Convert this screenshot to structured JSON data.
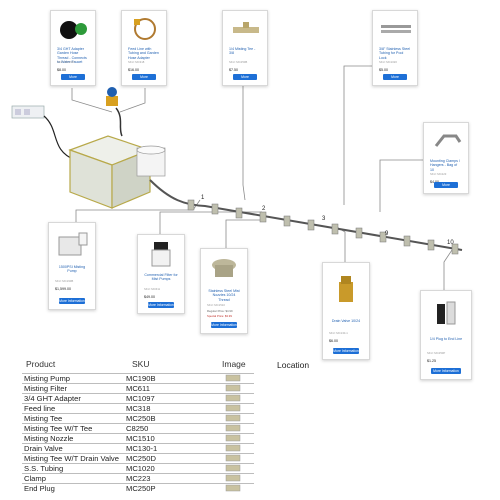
{
  "cards": [
    {
      "id": "ght",
      "title": "3/4 GHT Adapter Garden Hose Thread - Connects to Water Faucet",
      "sku": "SKU: MC1097",
      "price": "$8.00",
      "button": "More Information"
    },
    {
      "id": "feed",
      "title": "Feed Line with Tubing and Garden Hose Adapter",
      "sku": "SKU: MC318",
      "price": "$16.00",
      "button": "More Information"
    },
    {
      "id": "tee",
      "title": "1/4 Misting Tee - 3/8",
      "sku": "SKU: MC250B",
      "price": "$7.50",
      "button": "More Information"
    },
    {
      "id": "tubing",
      "title": "3/8\" Stainless Steel Tubing for Pool Lock",
      "sku": "SKU: MC1020",
      "price": "$5.00",
      "button": "More Information"
    },
    {
      "id": "clamp",
      "title": "Mounting Clamps / Hangers - Bag of 10",
      "sku": "SKU: MC223",
      "price": "$4.00",
      "button": "More Information"
    },
    {
      "id": "pump",
      "title": "1500PSI Misting Pump",
      "sku": "SKU: MC190B",
      "price": "$1,599.00",
      "button": "More Information"
    },
    {
      "id": "filter",
      "title": "Commercial Filter for Mist Pumps",
      "sku": "SKU: MC611",
      "price": "$49.00",
      "button": "More Information"
    },
    {
      "id": "nozzle",
      "title": "Stainless Steel Mist Nozzles 10/24 Thread",
      "sku": "SKU: MC1510",
      "regular": "Regular Price: $4.99",
      "special": "Special Price: $3.99",
      "button": "More Information"
    },
    {
      "id": "drain",
      "title": "Drain Valve 10/24",
      "sku": "SKU: MC130-1",
      "price": "$6.00",
      "button": "More Information"
    },
    {
      "id": "plug",
      "title": "1/4 Plug to End Line",
      "sku": "SKU: MC250P",
      "price": "$1.25",
      "button": "More Information"
    }
  ],
  "line_numbers": [
    "1",
    "2",
    "3",
    "9",
    "10"
  ],
  "table": {
    "headers": {
      "product": "Product",
      "sku": "SKU",
      "image": "Image"
    },
    "rows": [
      {
        "product": "Misting Pump",
        "sku": "MC190B"
      },
      {
        "product": "Misting Filter",
        "sku": "MC611"
      },
      {
        "product": "3/4 GHT Adapter",
        "sku": "MC1097"
      },
      {
        "product": "Feed line",
        "sku": "MC318"
      },
      {
        "product": "Misting Tee",
        "sku": "MC250B"
      },
      {
        "product": "Misting Tee W/T Tee",
        "sku": "C8250"
      },
      {
        "product": "Misting Nozzle",
        "sku": "MC1510"
      },
      {
        "product": "Drain Valve",
        "sku": "MC130-1"
      },
      {
        "product": "Misting Tee W/T Drain Valve",
        "sku": "MC250D"
      },
      {
        "product": "S.S. Tubing",
        "sku": "MC1020"
      },
      {
        "product": "Clamp",
        "sku": "MC223"
      },
      {
        "product": "End Plug",
        "sku": "MC250P"
      }
    ]
  },
  "location_label": "Location"
}
